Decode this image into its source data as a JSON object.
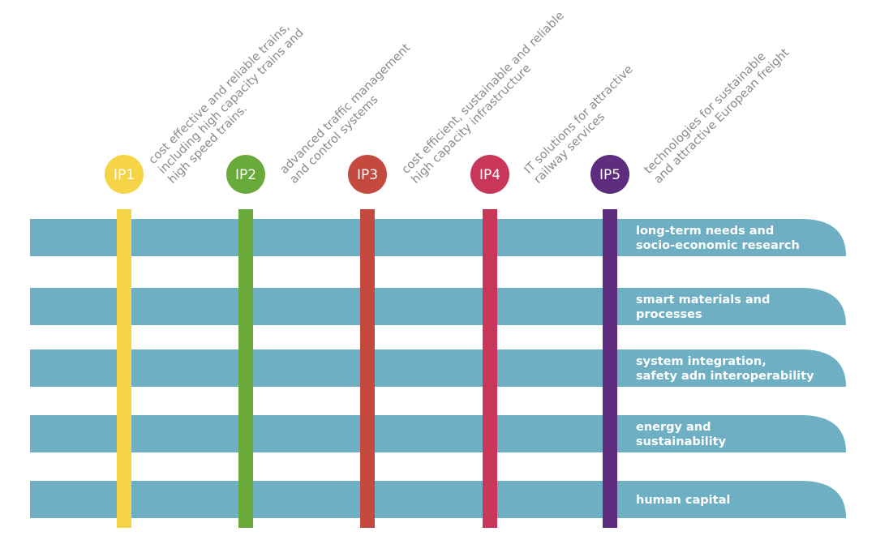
{
  "bands": [
    {
      "lines": [
        "long-term needs and",
        "socio-economic research"
      ]
    },
    {
      "lines": [
        "smart materials and",
        "processes"
      ]
    },
    {
      "lines": [
        "system integration,",
        "safety adn interoperability"
      ]
    },
    {
      "lines": [
        "energy and",
        "sustainability"
      ]
    },
    {
      "lines": [
        "human capital"
      ]
    }
  ],
  "programmes": [
    {
      "label": "IP1",
      "color": "#f5d547",
      "description": [
        "cost effective and reliable trains,",
        "including high capacity trains and",
        "high speed trains."
      ]
    },
    {
      "label": "IP2",
      "color": "#6aaa3a",
      "description": [
        "advanced traffic management",
        "and control systems"
      ]
    },
    {
      "label": "IP3",
      "color": "#c44a3f",
      "description": [
        "cost efficient, sustainable and reliable",
        "high capacity infrastructure"
      ]
    },
    {
      "label": "IP4",
      "color": "#c8365a",
      "description": [
        "IT solutions for attractive",
        "railway services"
      ]
    },
    {
      "label": "IP5",
      "color": "#5e2d7e",
      "description": [
        "technologies for sustainable",
        "and attractive European freight"
      ]
    }
  ],
  "colors": {
    "band": "#6eafc4",
    "band_text": "#ffffff",
    "description_text": "#8a8a8a"
  }
}
